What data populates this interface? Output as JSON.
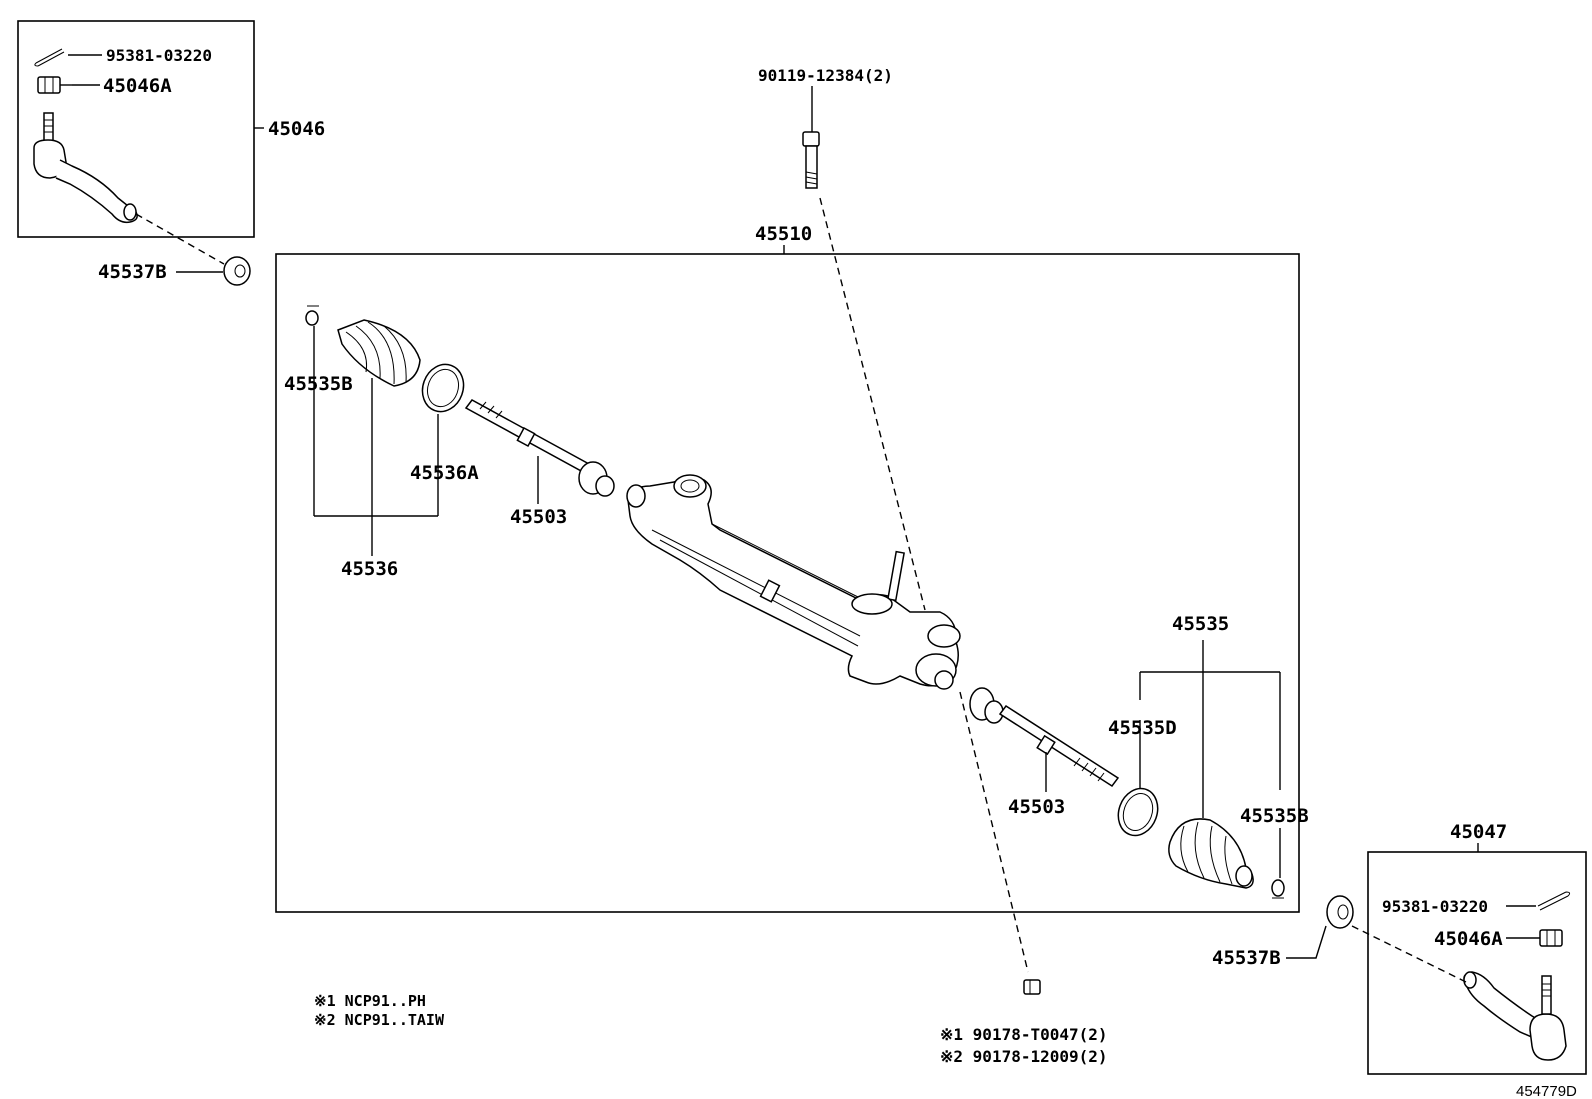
{
  "labels": {
    "cotter_pin_left": "95381-03220",
    "nut_left": "45046A",
    "tie_rod_end_left": "45046",
    "bolt": "90119-12384(2)",
    "rack_assembly": "45510",
    "bushing_left": "45537B",
    "clamp_left": "45535B",
    "boot_clip_left": "45536A",
    "boot_kit_left": "45536",
    "tie_rod_left": "45503",
    "boot_kit_right": "45535",
    "clip_right": "45535D",
    "tie_rod_right": "45503",
    "clamp_right": "45535B",
    "tie_rod_end_right": "45047",
    "cotter_pin_right": "95381-03220",
    "nut_right": "45046A",
    "bushing_right": "45537B"
  },
  "notes": {
    "note1": "※1 NCP91..PH",
    "note2": "※2 NCP91..TAIW",
    "nut_note1": "※1 90178-T0047(2)",
    "nut_note2": "※2 90178-12009(2)"
  },
  "figure_ref": "454779D"
}
